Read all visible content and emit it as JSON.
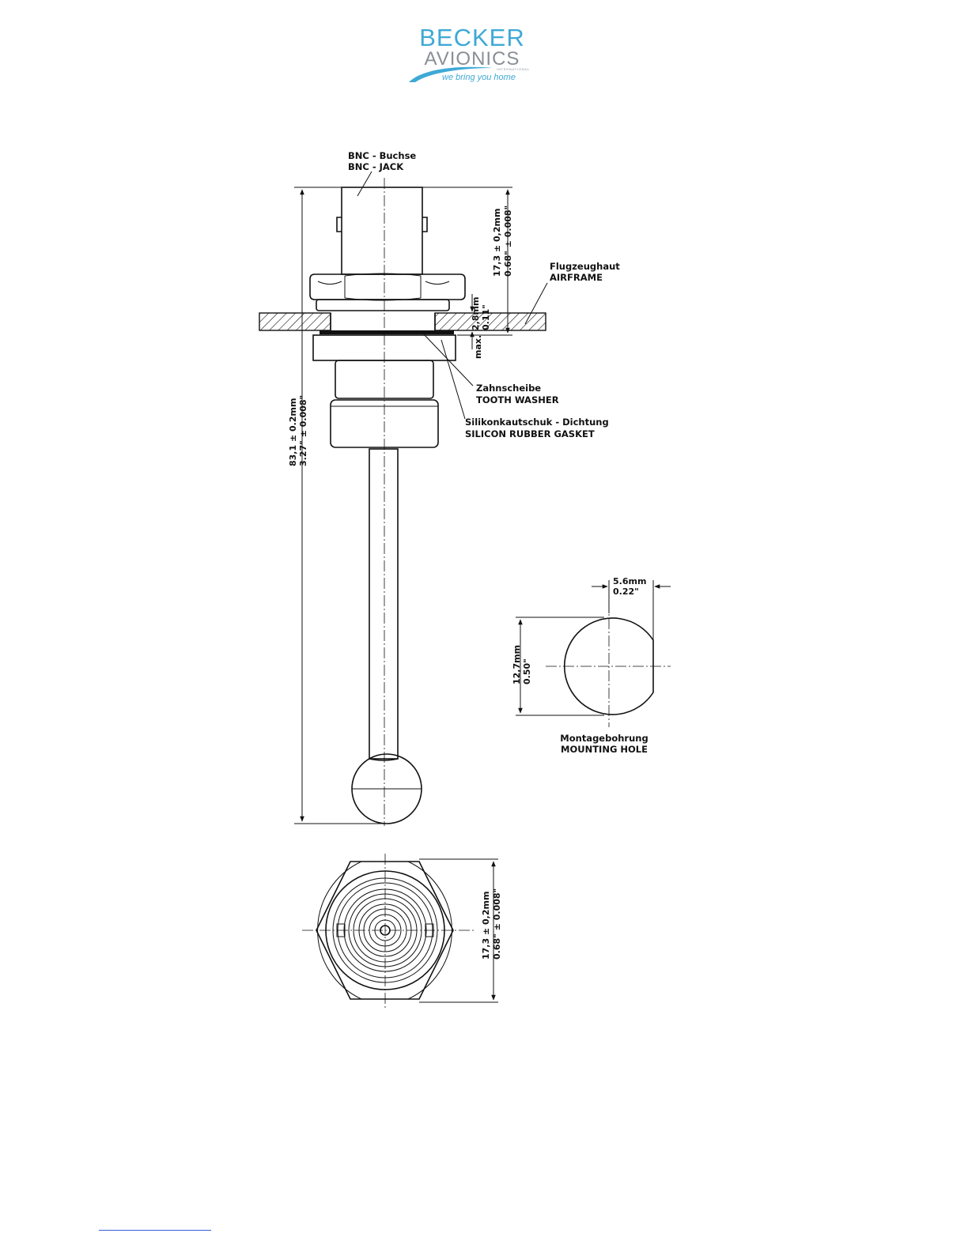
{
  "logo": {
    "line1": "BECKER",
    "line2": "AVIONICS",
    "line3": "INTERNATIONAL",
    "tagline": "we bring you home",
    "color_primary": "#3fa9d6",
    "color_secondary": "#8a8f96"
  },
  "labels": {
    "bnc_de": "BNC - Buchse",
    "bnc_en": "BNC - JACK",
    "airframe_de": "Flugzeughaut",
    "airframe_en": "AIRFRAME",
    "washer_de": "Zahnscheibe",
    "washer_en": "TOOTH  WASHER",
    "gasket_de": "Silikonkautschuk - Dichtung",
    "gasket_en": "SILICON RUBBER GASKET",
    "hole_de": "Montagebohrung",
    "hole_en": "MOUNTING HOLE"
  },
  "dimensions": {
    "top_height_mm": "17,3 ± 0,2mm",
    "top_height_in": "0.68\" ± 0.008\"",
    "wall_mm": "2,8mm",
    "wall_in": "0.11\"",
    "wall_max": "max.",
    "total_mm": "83,1 ± 0.2mm",
    "total_in": "3.27\" ± 0.008\"",
    "flat_mm": "5.6mm",
    "flat_in": "0.22\"",
    "hole_mm": "12,7mm",
    "hole_in": "0.50\"",
    "nut_mm": "17,3 ± 0,2mm",
    "nut_in": "0.68\" ± 0.008\""
  }
}
